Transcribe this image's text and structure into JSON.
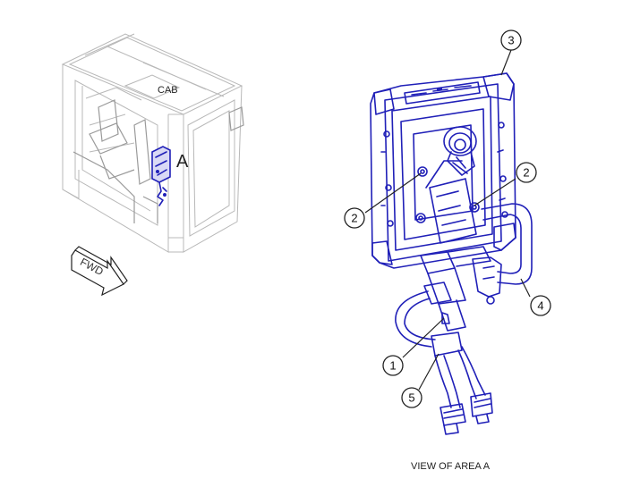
{
  "overview": {
    "cab_label": "CAB",
    "area_label": "A",
    "fwd_label": "FWD"
  },
  "detail": {
    "caption": "VIEW OF AREA A",
    "callouts": [
      {
        "id": "c1",
        "text": "1"
      },
      {
        "id": "c2a",
        "text": "2"
      },
      {
        "id": "c2b",
        "text": "2"
      },
      {
        "id": "c3",
        "text": "3"
      },
      {
        "id": "c4",
        "text": "4"
      },
      {
        "id": "c5",
        "text": "5"
      }
    ]
  },
  "colors": {
    "highlight": "#2020b8",
    "highlight_fill": "#d9d9f5",
    "outline": "#b8b8b8"
  }
}
